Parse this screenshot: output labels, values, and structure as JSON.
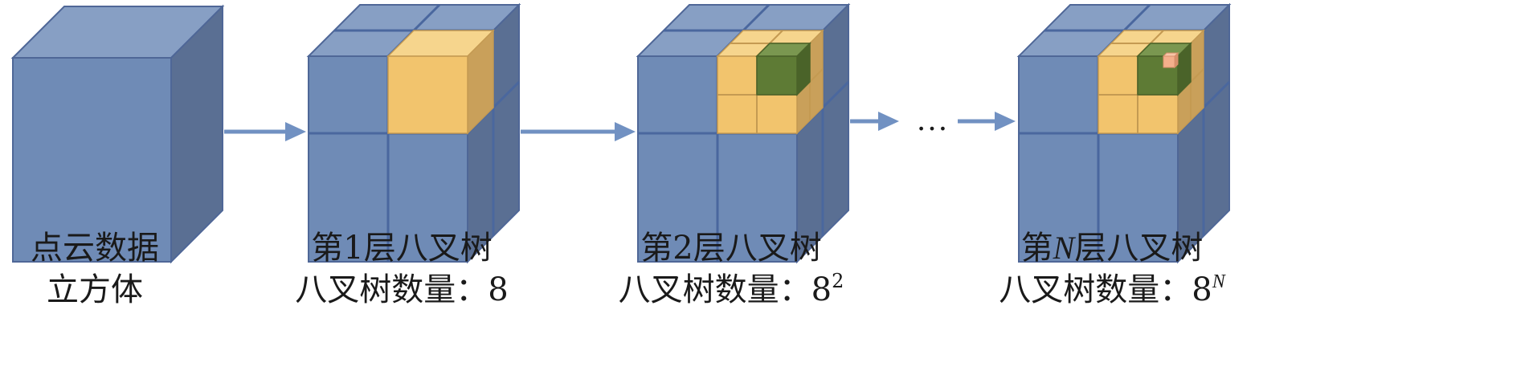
{
  "colors": {
    "cube_front": "#6f8bb6",
    "cube_top": "#879fc4",
    "cube_side": "#5a6f93",
    "grid_line": "#4a679e",
    "edge": "#4f6797",
    "octant_front": "#f2c46d",
    "octant_top": "#f6d58d",
    "octant_side": "#c9a05a",
    "octant_line": "#c49a52",
    "sub_front": "#5e7b35",
    "sub_top": "#7a9750",
    "sub_side": "#4a6329",
    "tiny_front": "#f4b08c",
    "tiny_top": "#f8c6a8",
    "tiny_side": "#d88f6b",
    "arrow": "#7191c2"
  },
  "stages": [
    {
      "line1": "点云数据",
      "line2": "立方体"
    },
    {
      "line1": "第1层八叉树",
      "line2": "八叉树数量：8"
    },
    {
      "line1": "第2层八叉树",
      "line2": "八叉树数量：8",
      "sup": "2"
    },
    {
      "line1_pre": "第",
      "line1_var": "N",
      "line1_post": "层八叉树",
      "line2": "八叉树数量：8",
      "sup": "N"
    }
  ],
  "ellipsis": "…"
}
